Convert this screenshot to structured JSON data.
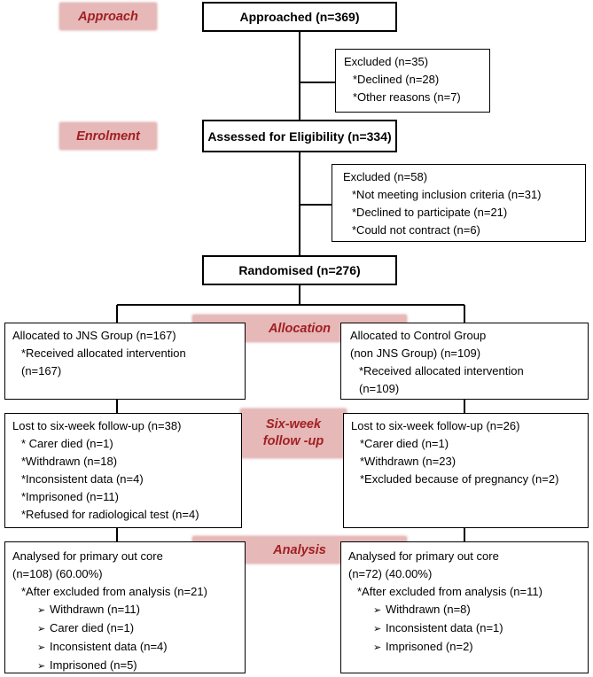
{
  "stages": {
    "approach": "Approach",
    "enrolment": "Enrolment",
    "allocation": "Allocation",
    "followup_line1": "Six-week",
    "followup_line2": "follow -up",
    "analysis": "Analysis"
  },
  "approached": "Approached (n=369)",
  "excluded1": {
    "title": "Excluded (n=35)",
    "items": [
      "*Declined (n=28)",
      "*Other reasons (n=7)"
    ]
  },
  "assessed": "Assessed for Eligibility (n=334)",
  "excluded2": {
    "title": "Excluded (n=58)",
    "items": [
      "*Not meeting inclusion criteria (n=31)",
      "*Declined to participate (n=21)",
      "*Could not contract (n=6)"
    ]
  },
  "randomised": "Randomised (n=276)",
  "alloc_jns": {
    "line1": "Allocated to JNS Group (n=167)",
    "line2": "*Received allocated intervention",
    "line3": "(n=167)"
  },
  "alloc_control": {
    "line1": "Allocated to Control Group",
    "line2": "(non JNS Group) (n=109)",
    "line3": "*Received allocated intervention",
    "line4": "(n=109)"
  },
  "lost_jns": {
    "title": "Lost to six-week follow-up (n=38)",
    "items": [
      "* Carer died (n=1)",
      "*Withdrawn (n=18)",
      "*Inconsistent data (n=4)",
      "*Imprisoned (n=11)",
      "*Refused for radiological test (n=4)"
    ]
  },
  "lost_control": {
    "title": "Lost to six-week follow-up (n=26)",
    "items": [
      "*Carer died (n=1)",
      "*Withdrawn (n=23)",
      "*Excluded because of pregnancy (n=2)"
    ]
  },
  "analysis_jns": {
    "line1": "Analysed for primary out core",
    "line2": "(n=108) (60.00%)",
    "line3": "*After excluded from analysis (n=21)",
    "items": [
      "Withdrawn (n=11)",
      "Carer died (n=1)",
      "Inconsistent data (n=4)",
      "Imprisoned (n=5)"
    ]
  },
  "analysis_control": {
    "line1": "Analysed for primary out core",
    "line2": "(n=72) (40.00%)",
    "line3": "*After excluded from analysis (n=11)",
    "items": [
      "Withdrawn (n=8)",
      "Inconsistent data (n=1)",
      "Imprisoned (n=2)"
    ]
  },
  "icons": {
    "bullet": "arrow-bullet-icon"
  }
}
